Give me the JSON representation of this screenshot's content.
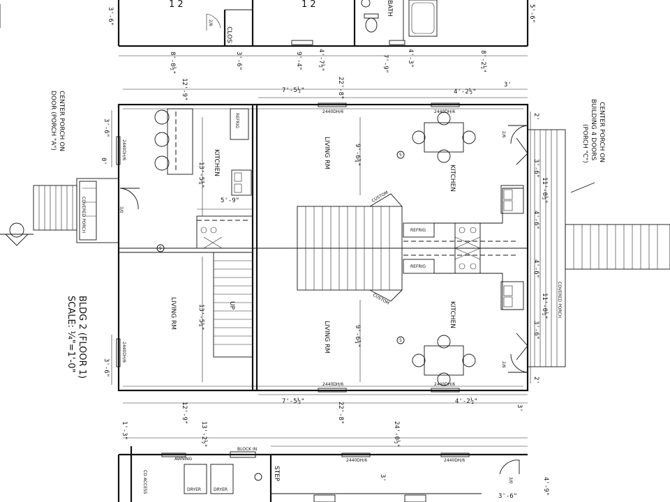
{
  "drawing": {
    "title": "BLDG 2 (FLOOR 1)",
    "scale": "SCALE: ¼\"=1'-0\"",
    "rooms": {
      "living_left": "LIVING RM",
      "living_center_top": "LIVING RM",
      "living_center_bottom": "LIVING RM",
      "kitchen_left": "KITCHEN",
      "kitchen_right_top": "KITCHEN",
      "kitchen_right_bottom": "KITCHEN",
      "bath": "BATH",
      "clos": "CLOS",
      "top_left_room": "1 2",
      "top_mid_room": "1 2",
      "step": "STEP",
      "up": "UP"
    },
    "notes": {
      "porch_a": [
        "CENTER PORCH ON",
        "DOOR (PORCH \"A\")"
      ],
      "porch_c": [
        "CENTER PORCH ON",
        "BUILDING 4 DOORS",
        "(PORCH \"C\")"
      ],
      "covered_porch_left": "COVERED PORCH",
      "covered_porch_right": "COVERED PORCH",
      "custom_top": "CUSTOM",
      "custom_bottom": "CUSTOM",
      "refrig": "REFRIG",
      "window_tag": "2440DH/6",
      "block_in": "BLOCK IN",
      "awning": "AWNING",
      "dryer": "DRYER",
      "washer": "DRYER",
      "co_access": "CO ACCESS",
      "door_tag_a": "2/6",
      "door_tag_b": "3/0",
      "room_tag": "5"
    },
    "dims": {
      "top_8_0": "8'-0½\"",
      "top_3_6": "3'-6\"",
      "top_9_4": "9'-4\"",
      "top_4_7": "4'-7½\"",
      "top_7_9": "7'-9\"",
      "top_4_3": "4'-3\"",
      "top_8_2": "8'-2½\"",
      "left_3_6_top": "3'-6\"",
      "right_5_6": "5'-6\"",
      "w_12_9_top": "12'-9\"",
      "w_22_8_top": "22'-8\"",
      "w_7_5_top": "7'-5½\"",
      "w_4_2_top": "4'-2½\"",
      "w_3_top": "3'",
      "side_3_6_a": "3'-6\"",
      "side_3_6_b": "3'-6\"",
      "side_0": "0'",
      "k_13_5": "13'-5¾\"",
      "k_5_9": "5'-9\"",
      "lv_13_5": "13'-5¼\"",
      "lv_9_6_top": "9'-6¾\"",
      "lv_9_6_bot": "9'-6¾\"",
      "r_2_top": "2'",
      "r_3_6": "3'-6\"",
      "r_11_0_top": "11'-0½\"",
      "r_4_6_a": "4'-6\"",
      "r_4_6_b": "4'-6\"",
      "r_11_0_bot": "11'-0½\"",
      "r_3_6_b": "3'-6\"",
      "r_2_bot": "2'",
      "w_12_9_bot": "12'-9\"",
      "w_22_8_bot": "22'-8\"",
      "w_7_5_bot": "7'-5½\"",
      "w_4_2_bot": "4'-2½\"",
      "w_3_bot": "3'",
      "b_1_3": "1'-3\"",
      "b_13_2": "13'-2½\"",
      "b_24_0": "24'-0½\"",
      "b_3": "3'",
      "b_3_6": "3'-6\"",
      "b_4_9": "4'-9\""
    }
  }
}
